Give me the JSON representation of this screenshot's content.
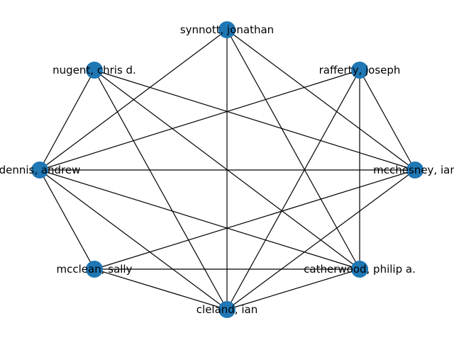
{
  "graph": {
    "node_color": "#1f77b4",
    "edge_color": "#000000",
    "nodes": [
      {
        "id": "synnott",
        "label": "synnott, jonathan"
      },
      {
        "id": "rafferty",
        "label": "rafferty, joseph"
      },
      {
        "id": "mcchesney",
        "label": "mcchesney, ian"
      },
      {
        "id": "catherwood",
        "label": "catherwood, philip a."
      },
      {
        "id": "cleland",
        "label": "cleland, ian"
      },
      {
        "id": "mcclean",
        "label": "mcclean, sally"
      },
      {
        "id": "dennis",
        "label": "dennis, andrew"
      },
      {
        "id": "nugent",
        "label": "nugent, chris d."
      }
    ],
    "edges": [
      [
        "synnott",
        "dennis"
      ],
      [
        "synnott",
        "cleland"
      ],
      [
        "synnott",
        "catherwood"
      ],
      [
        "synnott",
        "mcchesney"
      ],
      [
        "nugent",
        "dennis"
      ],
      [
        "nugent",
        "cleland"
      ],
      [
        "nugent",
        "catherwood"
      ],
      [
        "nugent",
        "mcchesney"
      ],
      [
        "rafferty",
        "dennis"
      ],
      [
        "rafferty",
        "cleland"
      ],
      [
        "rafferty",
        "catherwood"
      ],
      [
        "rafferty",
        "mcchesney"
      ],
      [
        "dennis",
        "mcchesney"
      ],
      [
        "dennis",
        "mcclean"
      ],
      [
        "dennis",
        "cleland"
      ],
      [
        "dennis",
        "catherwood"
      ],
      [
        "mcchesney",
        "mcclean"
      ],
      [
        "mcchesney",
        "cleland"
      ],
      [
        "mcclean",
        "catherwood"
      ],
      [
        "mcclean",
        "cleland"
      ],
      [
        "cleland",
        "catherwood"
      ]
    ]
  }
}
